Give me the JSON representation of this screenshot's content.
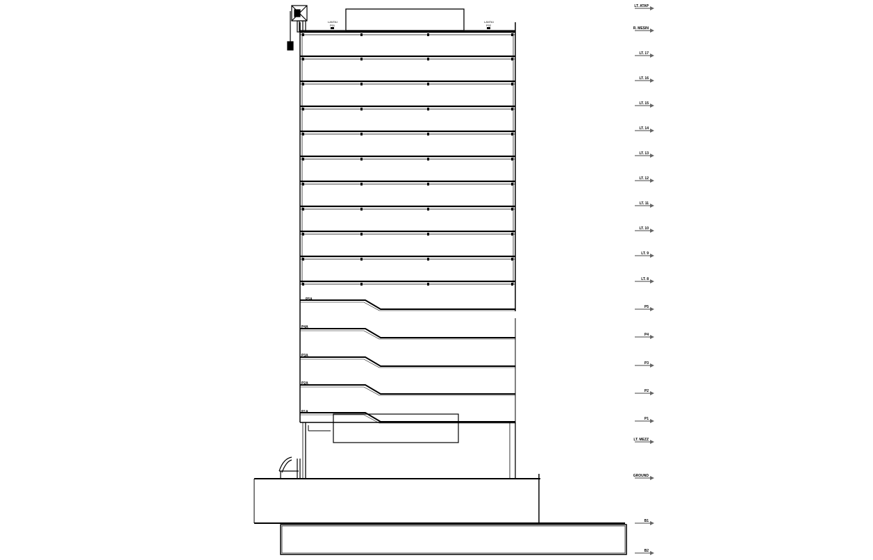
{
  "drawing": {
    "levels": [
      {
        "id": "lvl-lt-atap",
        "label": "LT. ATAP"
      },
      {
        "id": "lvl-r-mesin",
        "label": "R. MESIN"
      },
      {
        "id": "lvl-lt-17",
        "label": "LT. 17"
      },
      {
        "id": "lvl-lt-16",
        "label": "LT. 16"
      },
      {
        "id": "lvl-lt-15",
        "label": "LT. 15"
      },
      {
        "id": "lvl-lt-14",
        "label": "LT. 14"
      },
      {
        "id": "lvl-lt-13",
        "label": "LT. 13"
      },
      {
        "id": "lvl-lt-12",
        "label": "LT. 12"
      },
      {
        "id": "lvl-lt-11",
        "label": "LT. 11"
      },
      {
        "id": "lvl-lt-10",
        "label": "LT. 10"
      },
      {
        "id": "lvl-lt-9",
        "label": "LT. 9"
      },
      {
        "id": "lvl-lt-8",
        "label": "LT. 8"
      },
      {
        "id": "lvl-p5",
        "label": "P5"
      },
      {
        "id": "lvl-p4",
        "label": "P4"
      },
      {
        "id": "lvl-p3",
        "label": "P3"
      },
      {
        "id": "lvl-p2",
        "label": "P2"
      },
      {
        "id": "lvl-p1",
        "label": "P1"
      },
      {
        "id": "lvl-lt-mezz",
        "label": "LT. MEZZ"
      },
      {
        "id": "lvl-ground",
        "label": "GROUND"
      },
      {
        "id": "lvl-b1",
        "label": "B1"
      },
      {
        "id": "lvl-b2",
        "label": "B2"
      }
    ],
    "parking_ramps": [
      {
        "id": "ramp-p5a",
        "label": "P5A"
      },
      {
        "id": "ramp-p4a",
        "label": "P4A"
      },
      {
        "id": "ramp-p3a",
        "label": "P3A"
      },
      {
        "id": "ramp-p2a",
        "label": "P2A"
      },
      {
        "id": "ramp-p1a",
        "label": "P1A"
      }
    ],
    "roof_tags": [
      {
        "id": "roof-tag-left",
        "line1": "LANTAI",
        "line2": "P01"
      },
      {
        "id": "roof-tag-right",
        "line1": "LANTAI",
        "line2": "P02"
      }
    ]
  }
}
